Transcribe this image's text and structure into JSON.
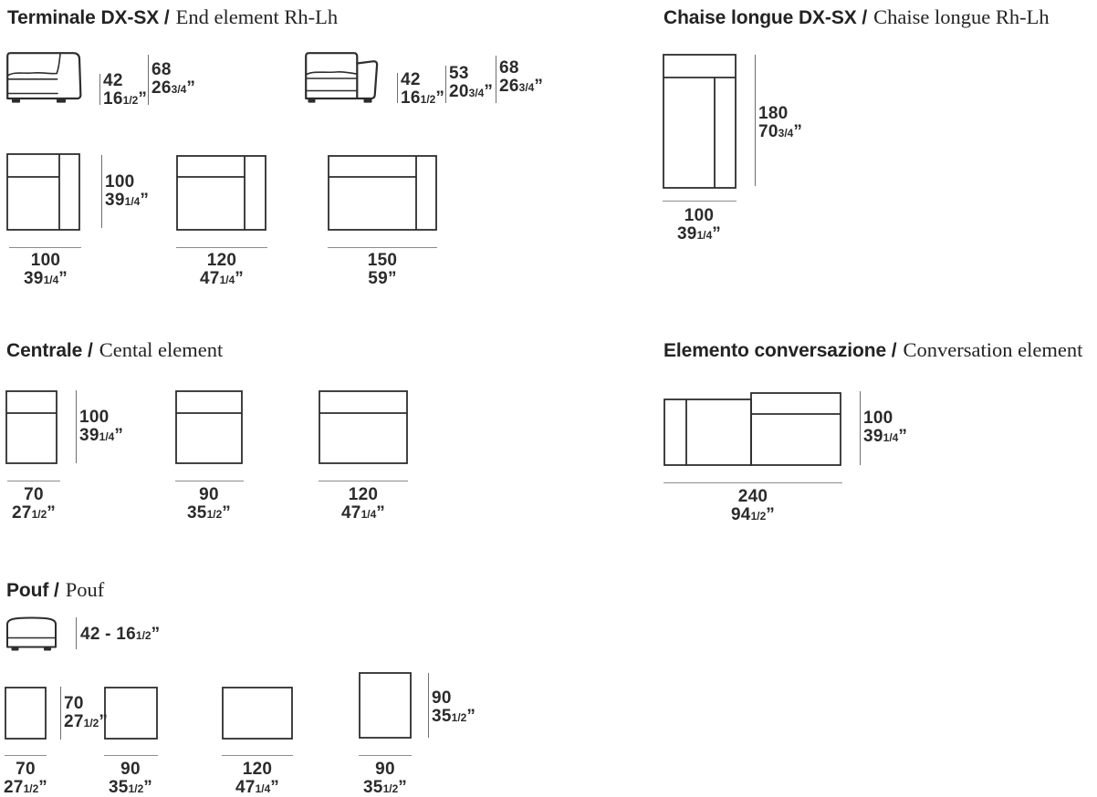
{
  "inch_mark": "”",
  "colors": {
    "ink": "#2b2b2b",
    "drawing_line": "#2d2d2d",
    "dim_line": "#8c8c8c"
  },
  "sections": {
    "terminale": {
      "title_main": "Terminale DX-SX /",
      "title_sub": "End element Rh-Lh",
      "side_left": {
        "dims": [
          {
            "cm": "42",
            "in": "16",
            "frac": "1/2"
          },
          {
            "cm": "68",
            "in": "26",
            "frac": "3/4"
          }
        ]
      },
      "side_right": {
        "dims": [
          {
            "cm": "42",
            "in": "16",
            "frac": "1/2"
          },
          {
            "cm": "53",
            "in": "20",
            "frac": "3/4"
          },
          {
            "cm": "68",
            "in": "26",
            "frac": "3/4"
          }
        ]
      },
      "depth": {
        "cm": "100",
        "in": "39",
        "frac": "1/4"
      },
      "widths": [
        {
          "cm": "100",
          "in": "39",
          "frac": "1/4"
        },
        {
          "cm": "120",
          "in": "47",
          "frac": "1/4"
        },
        {
          "cm": "150",
          "in": "59",
          "frac": ""
        }
      ]
    },
    "chaise": {
      "title_main": "Chaise longue DX-SX /",
      "title_sub": "Chaise longue Rh-Lh",
      "depth": {
        "cm": "180",
        "in": "70",
        "frac": "3/4"
      },
      "width": {
        "cm": "100",
        "in": "39",
        "frac": "1/4"
      }
    },
    "centrale": {
      "title_main": "Centrale /",
      "title_sub": "Cental element",
      "depth": {
        "cm": "100",
        "in": "39",
        "frac": "1/4"
      },
      "widths": [
        {
          "cm": "70",
          "in": "27",
          "frac": "1/2"
        },
        {
          "cm": "90",
          "in": "35",
          "frac": "1/2"
        },
        {
          "cm": "120",
          "in": "47",
          "frac": "1/4"
        }
      ]
    },
    "conversazione": {
      "title_main": "Elemento conversazione /",
      "title_sub": "Conversation element",
      "depth": {
        "cm": "100",
        "in": "39",
        "frac": "1/4"
      },
      "width": {
        "cm": "240",
        "in": "94",
        "frac": "1/2"
      }
    },
    "pouf": {
      "title_main": "Pouf /",
      "title_sub": "Pouf",
      "height": {
        "label": "42 - 16",
        "frac": "1/2"
      },
      "depth_small": {
        "cm": "70",
        "in": "27",
        "frac": "1/2"
      },
      "depth_large": {
        "cm": "90",
        "in": "35",
        "frac": "1/2"
      },
      "widths": [
        {
          "cm": "70",
          "in": "27",
          "frac": "1/2"
        },
        {
          "cm": "90",
          "in": "35",
          "frac": "1/2"
        },
        {
          "cm": "120",
          "in": "47",
          "frac": "1/4"
        },
        {
          "cm": "90",
          "in": "35",
          "frac": "1/2"
        }
      ]
    }
  }
}
